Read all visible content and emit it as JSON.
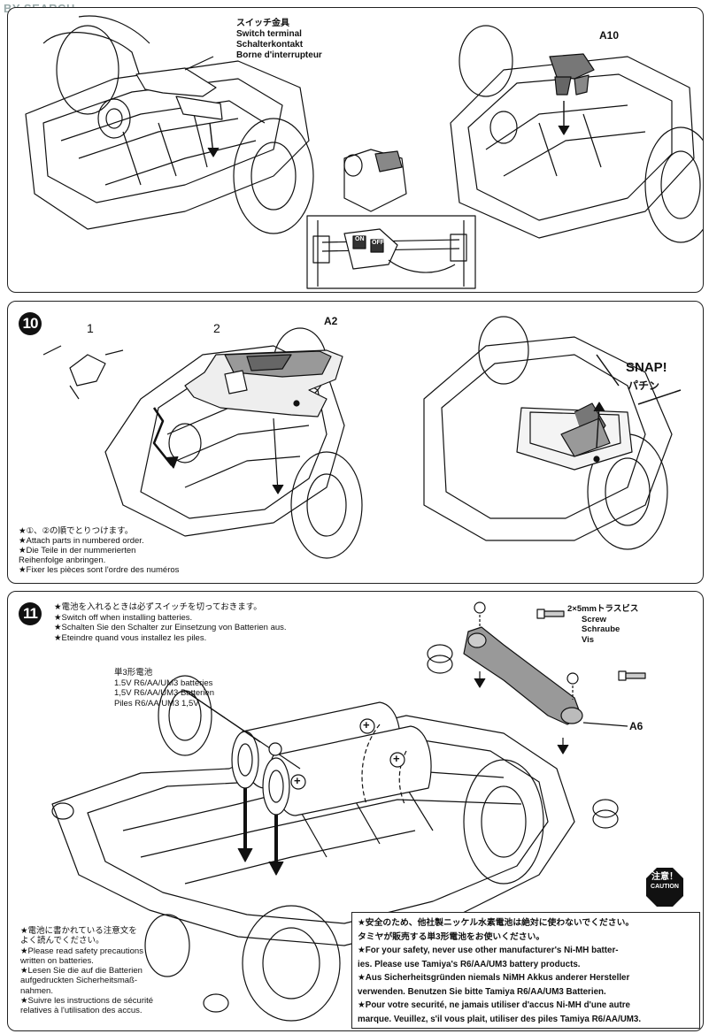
{
  "watermark": {
    "left": "",
    "right": "BY SEARCH"
  },
  "panel9": {
    "switch_label": [
      "スイッチ金具",
      "Switch terminal",
      "Schalterkontakt",
      "Borne d'interrupteur"
    ],
    "part_a10": "A10",
    "switch_marks": [
      "ON",
      "OFF"
    ]
  },
  "panel10": {
    "step": "10",
    "num1": "1",
    "num2": "2",
    "part_a2": "A2",
    "snap": "SNAP!",
    "snap_jp": "パチン",
    "notes": [
      "★①、②の順でとりつけます。",
      "★Attach parts in numbered order.",
      "★Die Teile in der nummerierten",
      "Reihenfolge anbringen.",
      "★Fixer les pièces sont l'ordre des numéros"
    ]
  },
  "panel11": {
    "step": "11",
    "top_notes": [
      "★電池を入れるときは必ずスイッチを切っておきます。",
      "★Switch off when installing batteries.",
      "★Schalten Sie den Schalter zur Einsetzung von Batterien aus.",
      "★Eteindre quand vous installez les piles."
    ],
    "screw_label": [
      "2×5mmトラスビス",
      "Screw",
      "Schraube",
      "Vis"
    ],
    "battery_label": [
      "単3形電池",
      "1.5V R6/AA/UM3 batteries",
      "1,5V R6/AA/UM3 Batterien",
      "Piles R6/AA/UM3 1,5V"
    ],
    "part_a6": "A6",
    "plus": "+",
    "caution_jp": "注意！",
    "caution_en": "CAUTION",
    "read_notes": [
      "★電池に書かれている注意文を",
      "よく読んでください。",
      "★Please read safety precautions",
      "written on batteries.",
      "★Lesen Sie die auf die Batterien",
      "aufgedruckten Sicherheitsmaß-",
      "nahmen.",
      "★Suivre les instructions de sécurité",
      "relatives à l'utilisation des accus."
    ],
    "caution_lines": [
      "★安全のため、他社製ニッケル水素電池は絶対に使わないでください。",
      "タミヤが販売する単3形電池をお使いください。",
      "★For your safety, never use other manufacturer's Ni-MH batter-",
      "ies. Please use Tamiya's R6/AA/UM3 battery products.",
      "★Aus Sicherheitsgründen niemals NiMH Akkus anderer Hersteller",
      "verwenden. Benutzen Sie bitte Tamiya R6/AA/UM3 Batterien.",
      "★Pour votre securité, ne jamais utiliser d'accus Ni-MH d'une autre",
      "marque. Veuillez, s'il vous plait, utiliser des piles Tamiya R6/AA/UM3."
    ]
  }
}
